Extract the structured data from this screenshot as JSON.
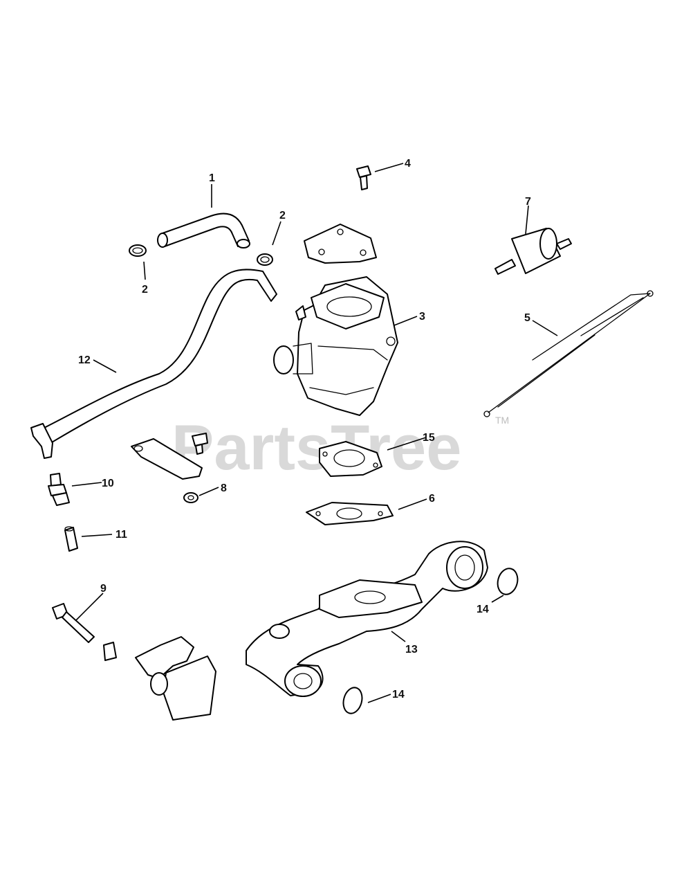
{
  "watermark": {
    "text": "PartsTree",
    "trademark": "TM"
  },
  "callouts": [
    {
      "id": "c1",
      "label": "1"
    },
    {
      "id": "c2a",
      "label": "2"
    },
    {
      "id": "c2b",
      "label": "2"
    },
    {
      "id": "c3",
      "label": "3"
    },
    {
      "id": "c4",
      "label": "4"
    },
    {
      "id": "c5",
      "label": "5"
    },
    {
      "id": "c6",
      "label": "6"
    },
    {
      "id": "c7",
      "label": "7"
    },
    {
      "id": "c8",
      "label": "8"
    },
    {
      "id": "c9",
      "label": "9"
    },
    {
      "id": "c10",
      "label": "10"
    },
    {
      "id": "c11",
      "label": "11"
    },
    {
      "id": "c12",
      "label": "12"
    },
    {
      "id": "c13",
      "label": "13"
    },
    {
      "id": "c14a",
      "label": "14"
    },
    {
      "id": "c14b",
      "label": "14"
    },
    {
      "id": "c15",
      "label": "15"
    }
  ]
}
